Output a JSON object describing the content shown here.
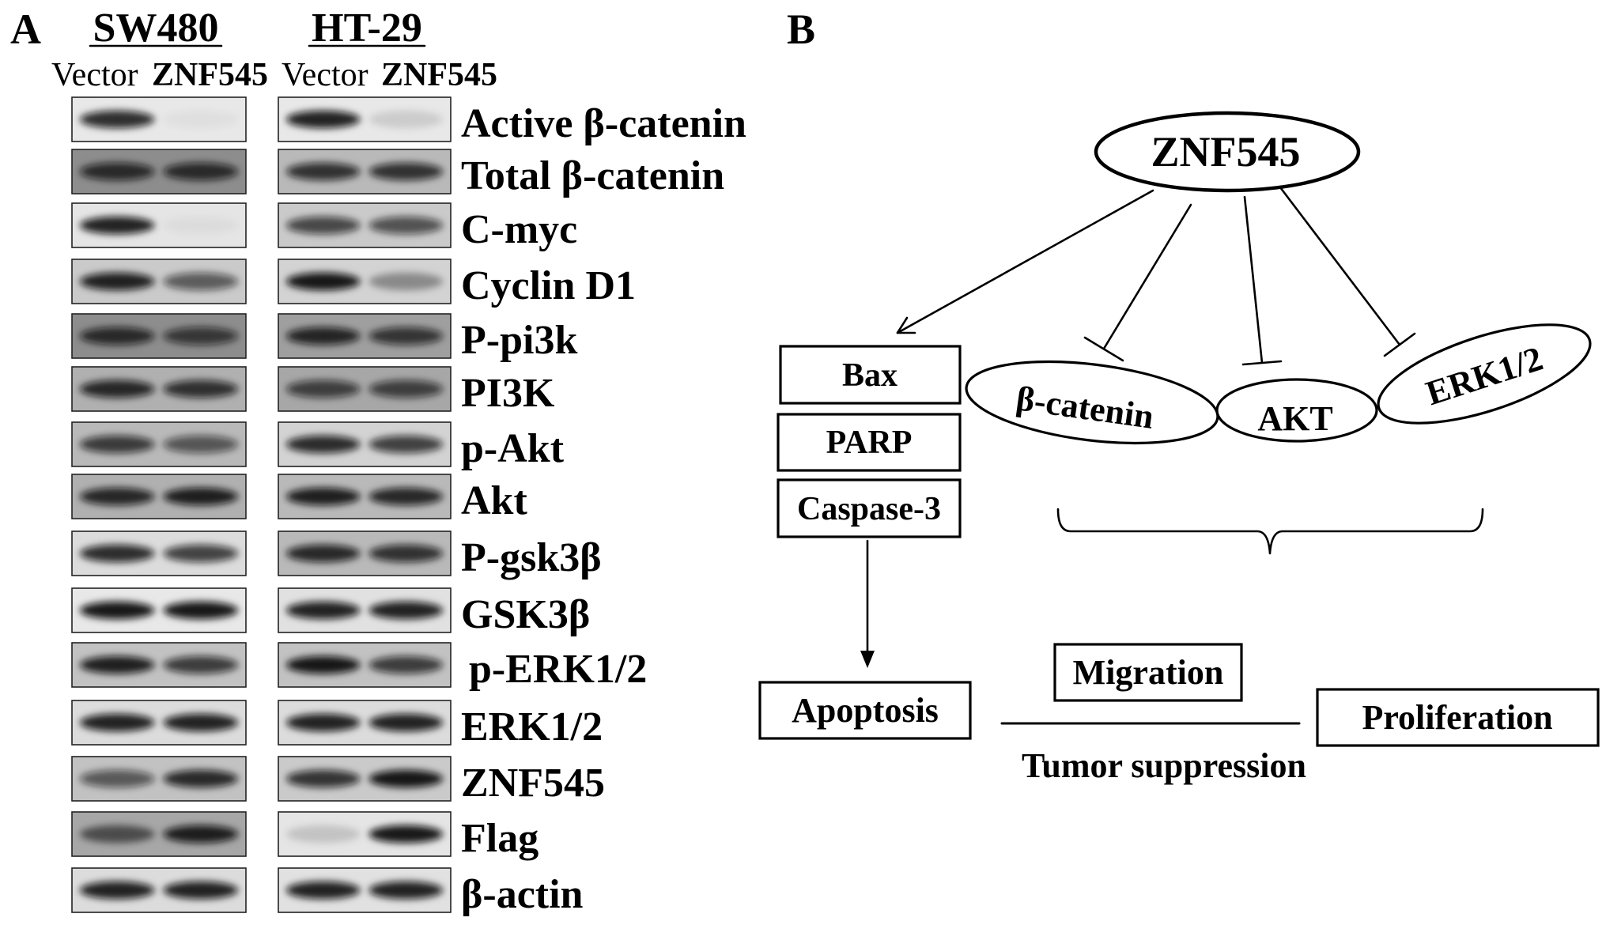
{
  "panel_a": {
    "label": "A",
    "cell_lines": [
      {
        "name": "SW480",
        "lanes": [
          "Vector",
          "ZNF545"
        ]
      },
      {
        "name": "HT-29",
        "lanes": [
          "Vector",
          "ZNF545"
        ]
      }
    ],
    "blots": [
      {
        "protein": "Active β-catenin",
        "membrane_shade": [
          0.08,
          0.08
        ],
        "band_intensity": [
          [
            0.85,
            0.04
          ],
          [
            0.9,
            0.12
          ]
        ]
      },
      {
        "protein": "Total β-catenin",
        "membrane_shade": [
          0.6,
          0.35
        ],
        "band_intensity": [
          [
            0.8,
            0.8
          ],
          [
            0.8,
            0.8
          ]
        ]
      },
      {
        "protein": "C-myc",
        "membrane_shade": [
          0.1,
          0.25
        ],
        "band_intensity": [
          [
            0.9,
            0.04
          ],
          [
            0.7,
            0.65
          ]
        ]
      },
      {
        "protein": "Cyclin D1",
        "membrane_shade": [
          0.25,
          0.2
        ],
        "band_intensity": [
          [
            0.9,
            0.6
          ],
          [
            0.95,
            0.35
          ]
        ]
      },
      {
        "protein": "P-pi3k",
        "membrane_shade": [
          0.6,
          0.5
        ],
        "band_intensity": [
          [
            0.8,
            0.7
          ],
          [
            0.85,
            0.75
          ]
        ]
      },
      {
        "protein": "PI3K",
        "membrane_shade": [
          0.4,
          0.45
        ],
        "band_intensity": [
          [
            0.85,
            0.8
          ],
          [
            0.7,
            0.7
          ]
        ]
      },
      {
        "protein": "p-Akt",
        "membrane_shade": [
          0.35,
          0.2
        ],
        "band_intensity": [
          [
            0.75,
            0.6
          ],
          [
            0.85,
            0.75
          ]
        ]
      },
      {
        "protein": "Akt",
        "membrane_shade": [
          0.4,
          0.35
        ],
        "band_intensity": [
          [
            0.85,
            0.9
          ],
          [
            0.9,
            0.85
          ]
        ]
      },
      {
        "protein": "P-gsk3β",
        "membrane_shade": [
          0.15,
          0.35
        ],
        "band_intensity": [
          [
            0.85,
            0.75
          ],
          [
            0.85,
            0.8
          ]
        ]
      },
      {
        "protein": "GSK3β",
        "membrane_shade": [
          0.08,
          0.12
        ],
        "band_intensity": [
          [
            0.95,
            0.95
          ],
          [
            0.9,
            0.9
          ]
        ]
      },
      {
        "protein": "p-ERK1/2",
        "membrane_shade": [
          0.3,
          0.3
        ],
        "band_intensity": [
          [
            0.9,
            0.75
          ],
          [
            0.95,
            0.75
          ]
        ]
      },
      {
        "protein": "ERK1/2",
        "membrane_shade": [
          0.15,
          0.15
        ],
        "band_intensity": [
          [
            0.9,
            0.9
          ],
          [
            0.9,
            0.9
          ]
        ]
      },
      {
        "protein": "ZNF545",
        "membrane_shade": [
          0.3,
          0.25
        ],
        "band_intensity": [
          [
            0.6,
            0.85
          ],
          [
            0.8,
            0.95
          ]
        ]
      },
      {
        "protein": "Flag",
        "membrane_shade": [
          0.45,
          0.1
        ],
        "band_intensity": [
          [
            0.55,
            0.9
          ],
          [
            0.15,
            0.95
          ]
        ]
      },
      {
        "protein": "β-actin",
        "membrane_shade": [
          0.15,
          0.12
        ],
        "band_intensity": [
          [
            0.9,
            0.9
          ],
          [
            0.9,
            0.9
          ]
        ]
      }
    ]
  },
  "panel_b": {
    "label": "B",
    "regulator": "ZNF545",
    "activated": [
      "Bax",
      "PARP",
      "Caspase-3"
    ],
    "inhibited": [
      "β-catenin",
      "AKT",
      "ERK1/2"
    ],
    "outcomes": {
      "apoptosis": "Apoptosis",
      "migration": "Migration",
      "proliferation": "Proliferation"
    },
    "summary": "Tumor suppression"
  }
}
